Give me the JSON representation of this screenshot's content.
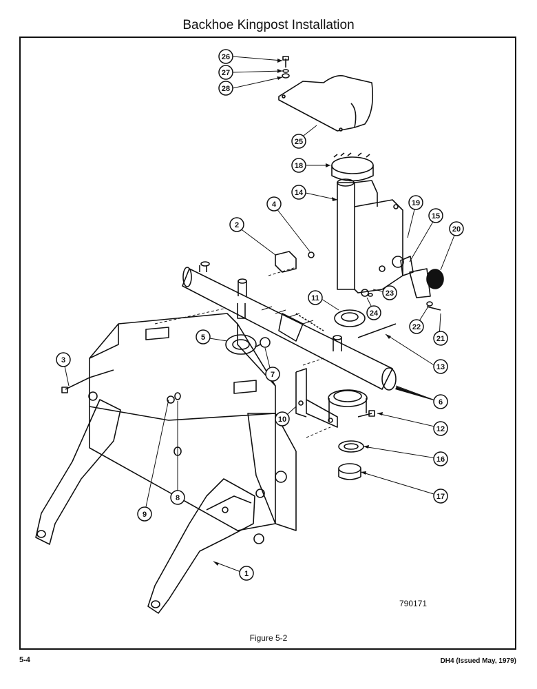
{
  "title": "Backhoe Kingpost Installation",
  "figure_caption": "Figure 5-2",
  "figure_id": "790171",
  "page_number": "5-4",
  "document_ref": "DH4 (Issued May, 1979)",
  "callouts": [
    "26",
    "27",
    "28",
    "25",
    "18",
    "14",
    "19",
    "15",
    "20",
    "4",
    "2",
    "11",
    "23",
    "24",
    "22",
    "21",
    "5",
    "13",
    "3",
    "7",
    "6",
    "10",
    "12",
    "16",
    "17",
    "9",
    "8",
    "1"
  ]
}
